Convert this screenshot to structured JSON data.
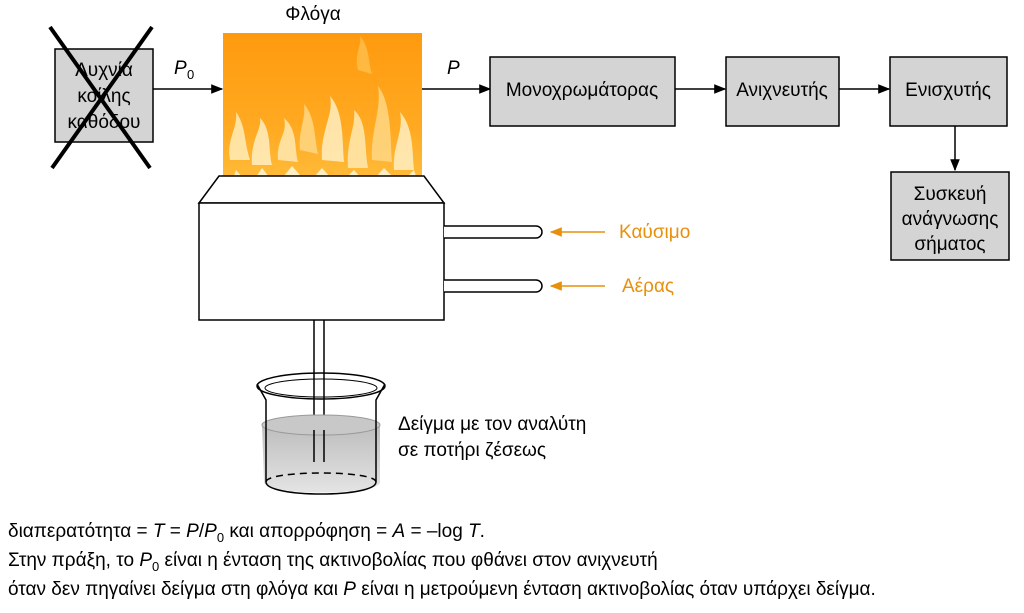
{
  "diagram": {
    "flame_title": "Φλόγα",
    "lamp": {
      "line1": "Λυχνία",
      "line2": "κοίλης",
      "line3": "καθόδου"
    },
    "p0_label": "P",
    "p0_sub": "0",
    "p_label": "P",
    "monochromator": "Μονοχρωμάτορας",
    "detector": "Ανιχνευτής",
    "amplifier": "Ενισχυτής",
    "readout": {
      "line1": "Συσκευή",
      "line2": "ανάγνωσης",
      "line3": "σήματος"
    },
    "fuel": "Καύσιμο",
    "air": "Αέρας",
    "sample": {
      "line1": "Δείγμα με τον αναλύτη",
      "line2": "σε ποτήρι ζέσεως"
    },
    "colors": {
      "flame": "#ffa31a",
      "label_accent": "#e8900c",
      "box": "#d4d4d4"
    }
  },
  "caption": {
    "l1_a": "διαπερατότητα = ",
    "l1_T": "T",
    "l1_b": " = ",
    "l1_P": "P",
    "l1_slash": "/",
    "l1_P0": "P",
    "l1_P0sub": "0",
    "l1_c": " και απορρόφηση = ",
    "l1_A": "A",
    "l1_d": " = –log ",
    "l1_T2": "T",
    "l1_e": ".",
    "l2_a": "Στην πράξη, το ",
    "l2_P0": "P",
    "l2_P0sub": "0",
    "l2_b": " είναι η ένταση της ακτινοβολίας που φθάνει στον ανιχνευτή",
    "l3_a": "όταν δεν πηγαίνει δείγμα στη φλόγα και ",
    "l3_P": "P",
    "l3_b": " είναι η μετρούμενη ένταση ακτινοβολίας όταν υπάρχει δείγμα."
  }
}
